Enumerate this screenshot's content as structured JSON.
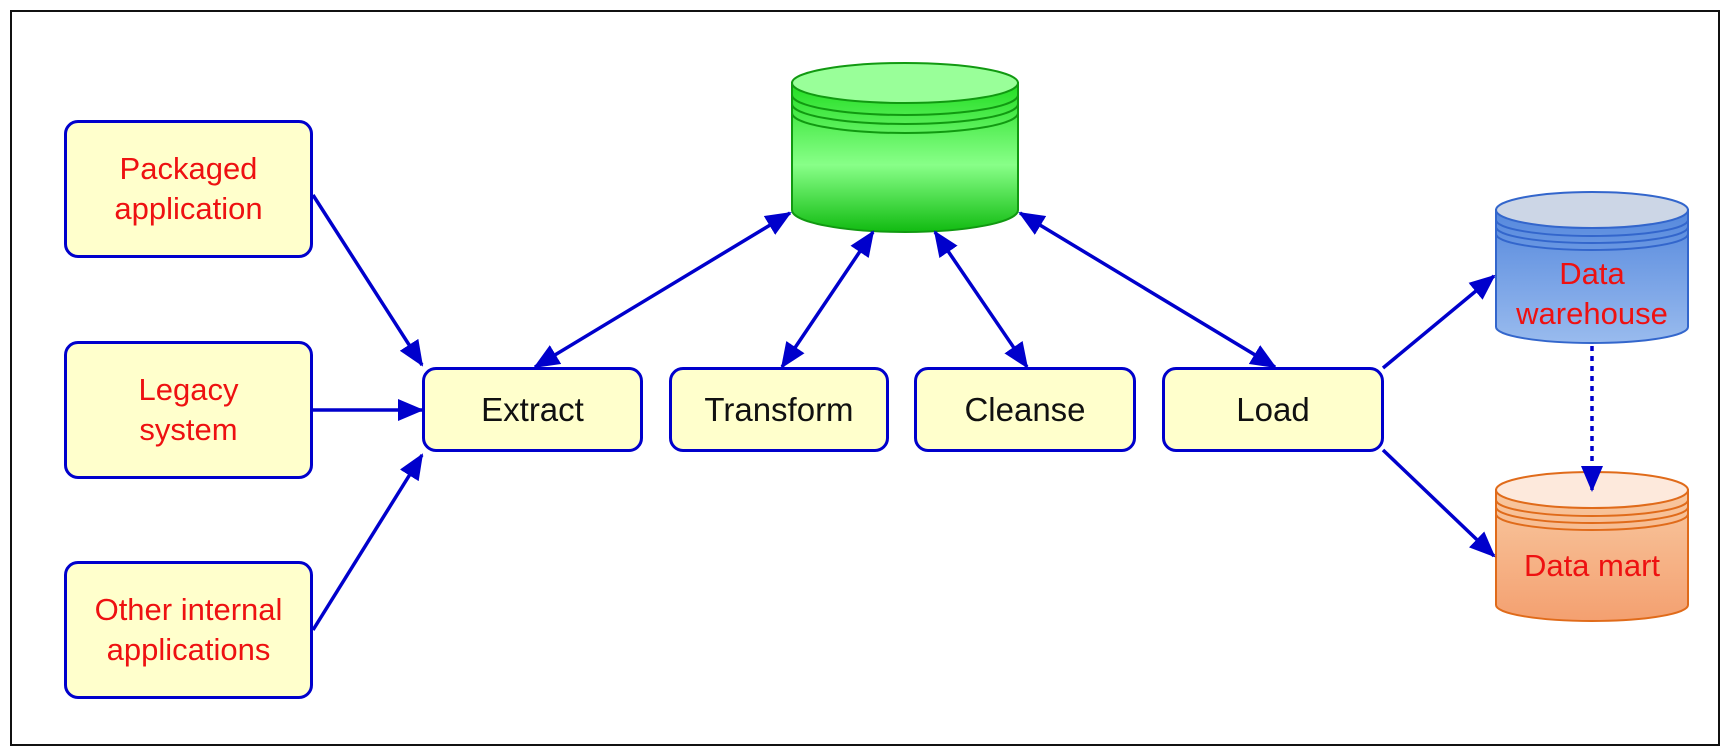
{
  "sources": [
    {
      "lines": [
        "Packaged",
        "application"
      ]
    },
    {
      "lines": [
        "Legacy",
        "system"
      ]
    },
    {
      "lines": [
        "Other internal",
        "applications"
      ]
    }
  ],
  "steps": [
    "Extract",
    "Transform",
    "Cleanse",
    "Load"
  ],
  "targets": {
    "warehouse": {
      "lines": [
        "Data",
        "warehouse"
      ]
    },
    "mart": {
      "label": "Data mart"
    }
  },
  "colors": {
    "arrow": "#0000cc",
    "box_fill": "#ffffcc",
    "source_text": "#ee1111",
    "staging_db": "#22cc22",
    "warehouse_db": "#6699dd",
    "mart_db": "#f4a070"
  }
}
